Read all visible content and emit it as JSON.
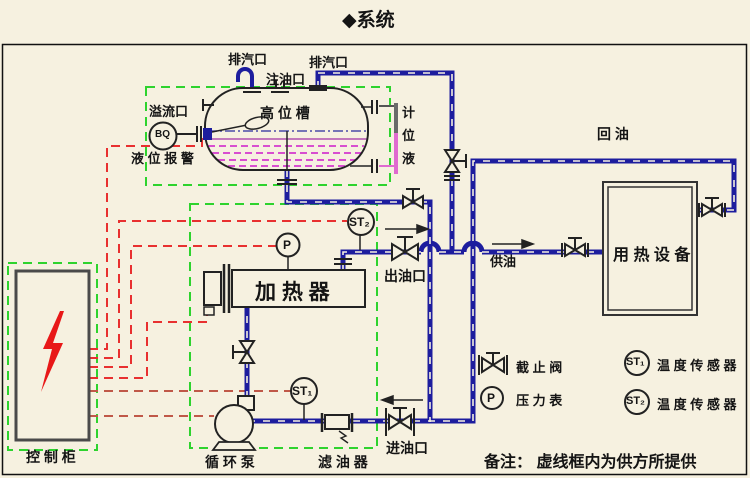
{
  "title": "◆系统",
  "note": "备注： 虚线框内为供方所提供",
  "tank": {
    "name": "高 位 槽",
    "vent_left": "排汽口",
    "vent_right": "排汽口",
    "fill_port": "注油口",
    "overflow_port": "溢流口",
    "level_alarm": "液 位 报 警",
    "level_gauge_vertical": "计位液",
    "level_switch_tag": "BQ"
  },
  "equipment": {
    "heater": "加 热 器",
    "heat_user": "用 热 设 备",
    "pump": "循 环 泵",
    "filter": "滤 油 器",
    "cabinet": "控 制 柜"
  },
  "ports": {
    "outlet": "出油口",
    "inlet": "进油口",
    "supply": "供油",
    "return": "回 油"
  },
  "instruments": {
    "pressure_tag": "P",
    "temp1_tag": "ST₁",
    "temp2_tag": "ST₂"
  },
  "legend": [
    {
      "symbol": "stop-valve-symbol",
      "label": "截 止 阀"
    },
    {
      "symbol": "pressure-gauge-symbol",
      "tag": "P",
      "label": "压 力 表"
    },
    {
      "symbol": "temp-sensor-1-symbol",
      "tag": "ST₁",
      "label": "温 度 传 感 器"
    },
    {
      "symbol": "temp-sensor-2-symbol",
      "tag": "ST₂",
      "label": "温 度 传 感 器"
    }
  ],
  "colors": {
    "background": "#f6f1e0",
    "pipe": "#1d1d9e",
    "vendor_box_green": "#2ed32e",
    "control_wire_red": "#e83030",
    "liquid_magenta": "#d84fd0",
    "bolt_red": "#e81818"
  }
}
